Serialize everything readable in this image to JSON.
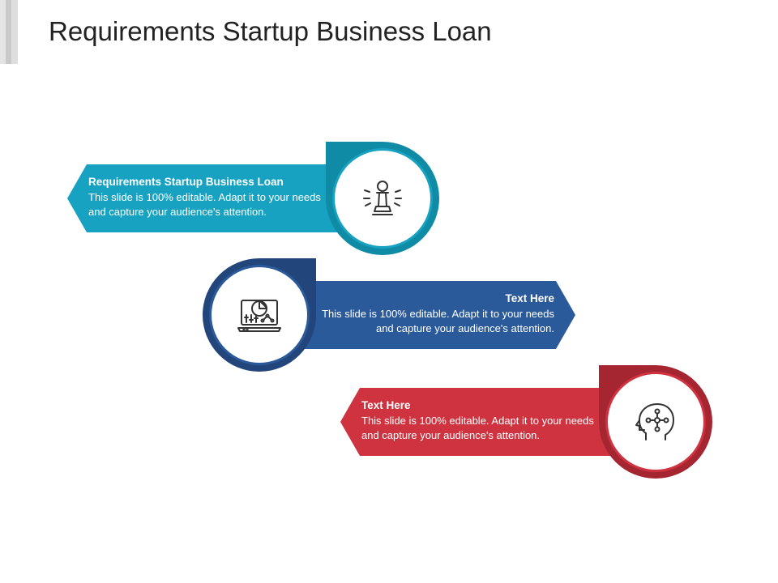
{
  "title": "Requirements Startup Business Loan",
  "colors": {
    "teal": "#17a2c2",
    "teal_dark": "#0f8ba6",
    "blue": "#2b5a9b",
    "blue_dark": "#22467c",
    "red": "#cf3340",
    "red_dark": "#a52631"
  },
  "items": [
    {
      "heading": "Requirements Startup Business Loan",
      "body": "This slide is 100% editable. Adapt it to your needs and capture your audience's attention.",
      "icon": "chess-pawn-icon"
    },
    {
      "heading": "Text Here",
      "body": "This slide is 100% editable. Adapt it to your needs and capture your audience's attention.",
      "icon": "laptop-analytics-icon"
    },
    {
      "heading": "Text Here",
      "body": "This slide is 100% editable. Adapt it to your needs and capture your audience's attention.",
      "icon": "head-network-icon"
    }
  ]
}
